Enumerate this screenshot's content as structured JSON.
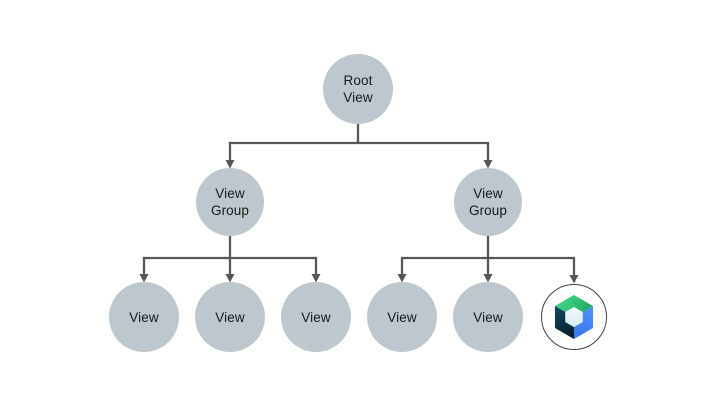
{
  "diagram": {
    "name": "view-hierarchy-tree",
    "root": {
      "label": "Root\nView"
    },
    "view_group_left": {
      "label": "View\nGroup"
    },
    "view_group_right": {
      "label": "View\nGroup"
    },
    "views_left": [
      {
        "label": "View"
      },
      {
        "label": "View"
      },
      {
        "label": "View"
      }
    ],
    "views_right": [
      {
        "label": "View"
      },
      {
        "label": "View"
      }
    ],
    "compose_node": {
      "icon": "jetpack-compose-icon"
    }
  },
  "colors": {
    "background": "#FFFFFF",
    "node_fill": "#BDC7CD",
    "connector": "#54585B",
    "text": "#17191B",
    "logo_ring": "#3F4346",
    "compose_green": "#34C578",
    "compose_blue": "#4285F4",
    "compose_navy": "#0A3042",
    "compose_center": "#E4F2FB"
  }
}
